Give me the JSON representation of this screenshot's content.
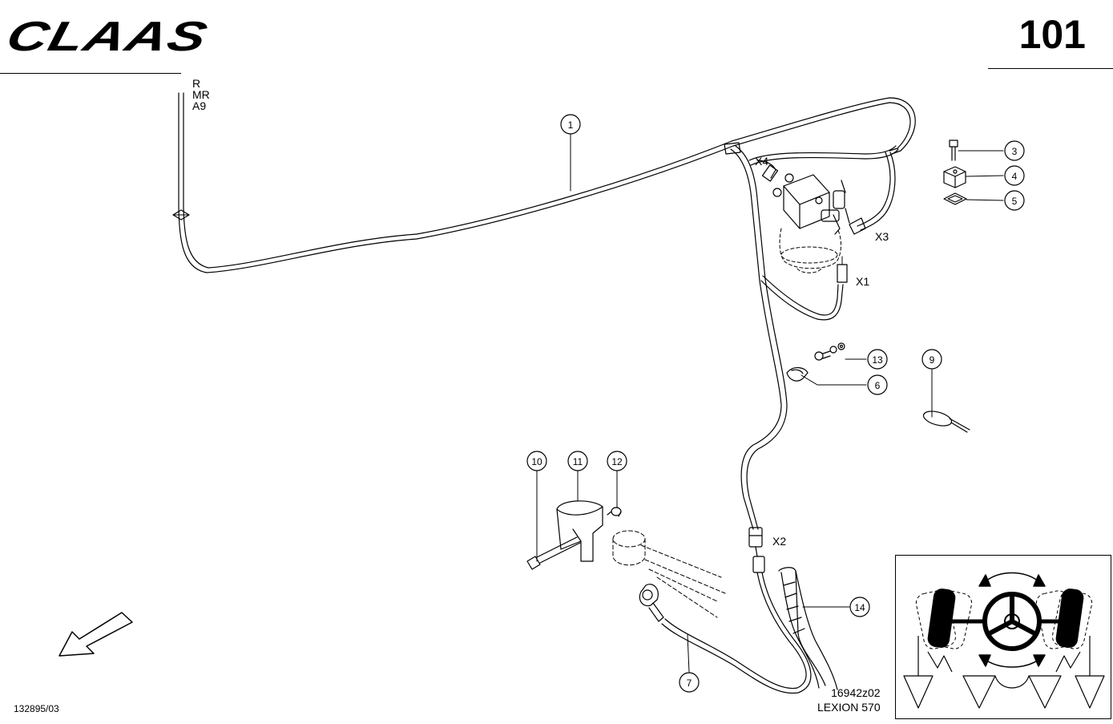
{
  "header": {
    "logo_text": "CLAAS",
    "page_number": "101"
  },
  "side_labels": [
    "R",
    "MR",
    "A9"
  ],
  "connectors": {
    "x1": "X1",
    "x2": "X2",
    "x3": "X3",
    "x4": "X4"
  },
  "callouts": {
    "c1": "1",
    "c3": "3",
    "c4": "4",
    "c5": "5",
    "c6": "6",
    "c7": "7",
    "c9": "9",
    "c10": "10",
    "c11": "11",
    "c12": "12",
    "c13": "13",
    "c14": "14"
  },
  "footer": {
    "left": "132895/03",
    "drawing_id": "16942z02",
    "model": "LEXION 570"
  }
}
